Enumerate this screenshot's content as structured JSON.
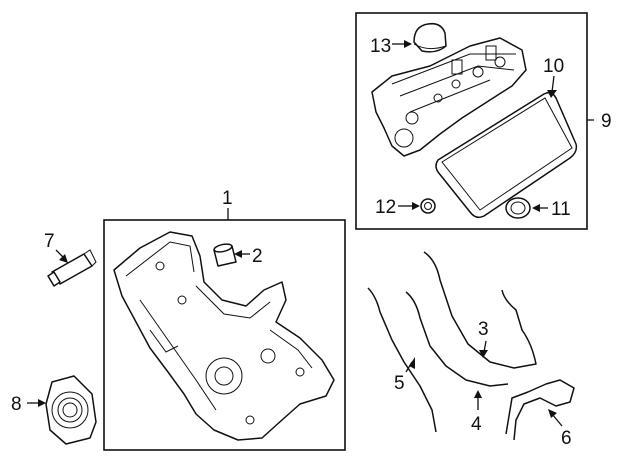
{
  "callouts": {
    "c1": "1",
    "c2": "2",
    "c3": "3",
    "c4": "4",
    "c5": "5",
    "c6": "6",
    "c7": "7",
    "c8": "8",
    "c9": "9",
    "c10": "10",
    "c11": "11",
    "c12": "12",
    "c13": "13"
  },
  "colors": {
    "ink": "#111111",
    "background": "#ffffff"
  }
}
